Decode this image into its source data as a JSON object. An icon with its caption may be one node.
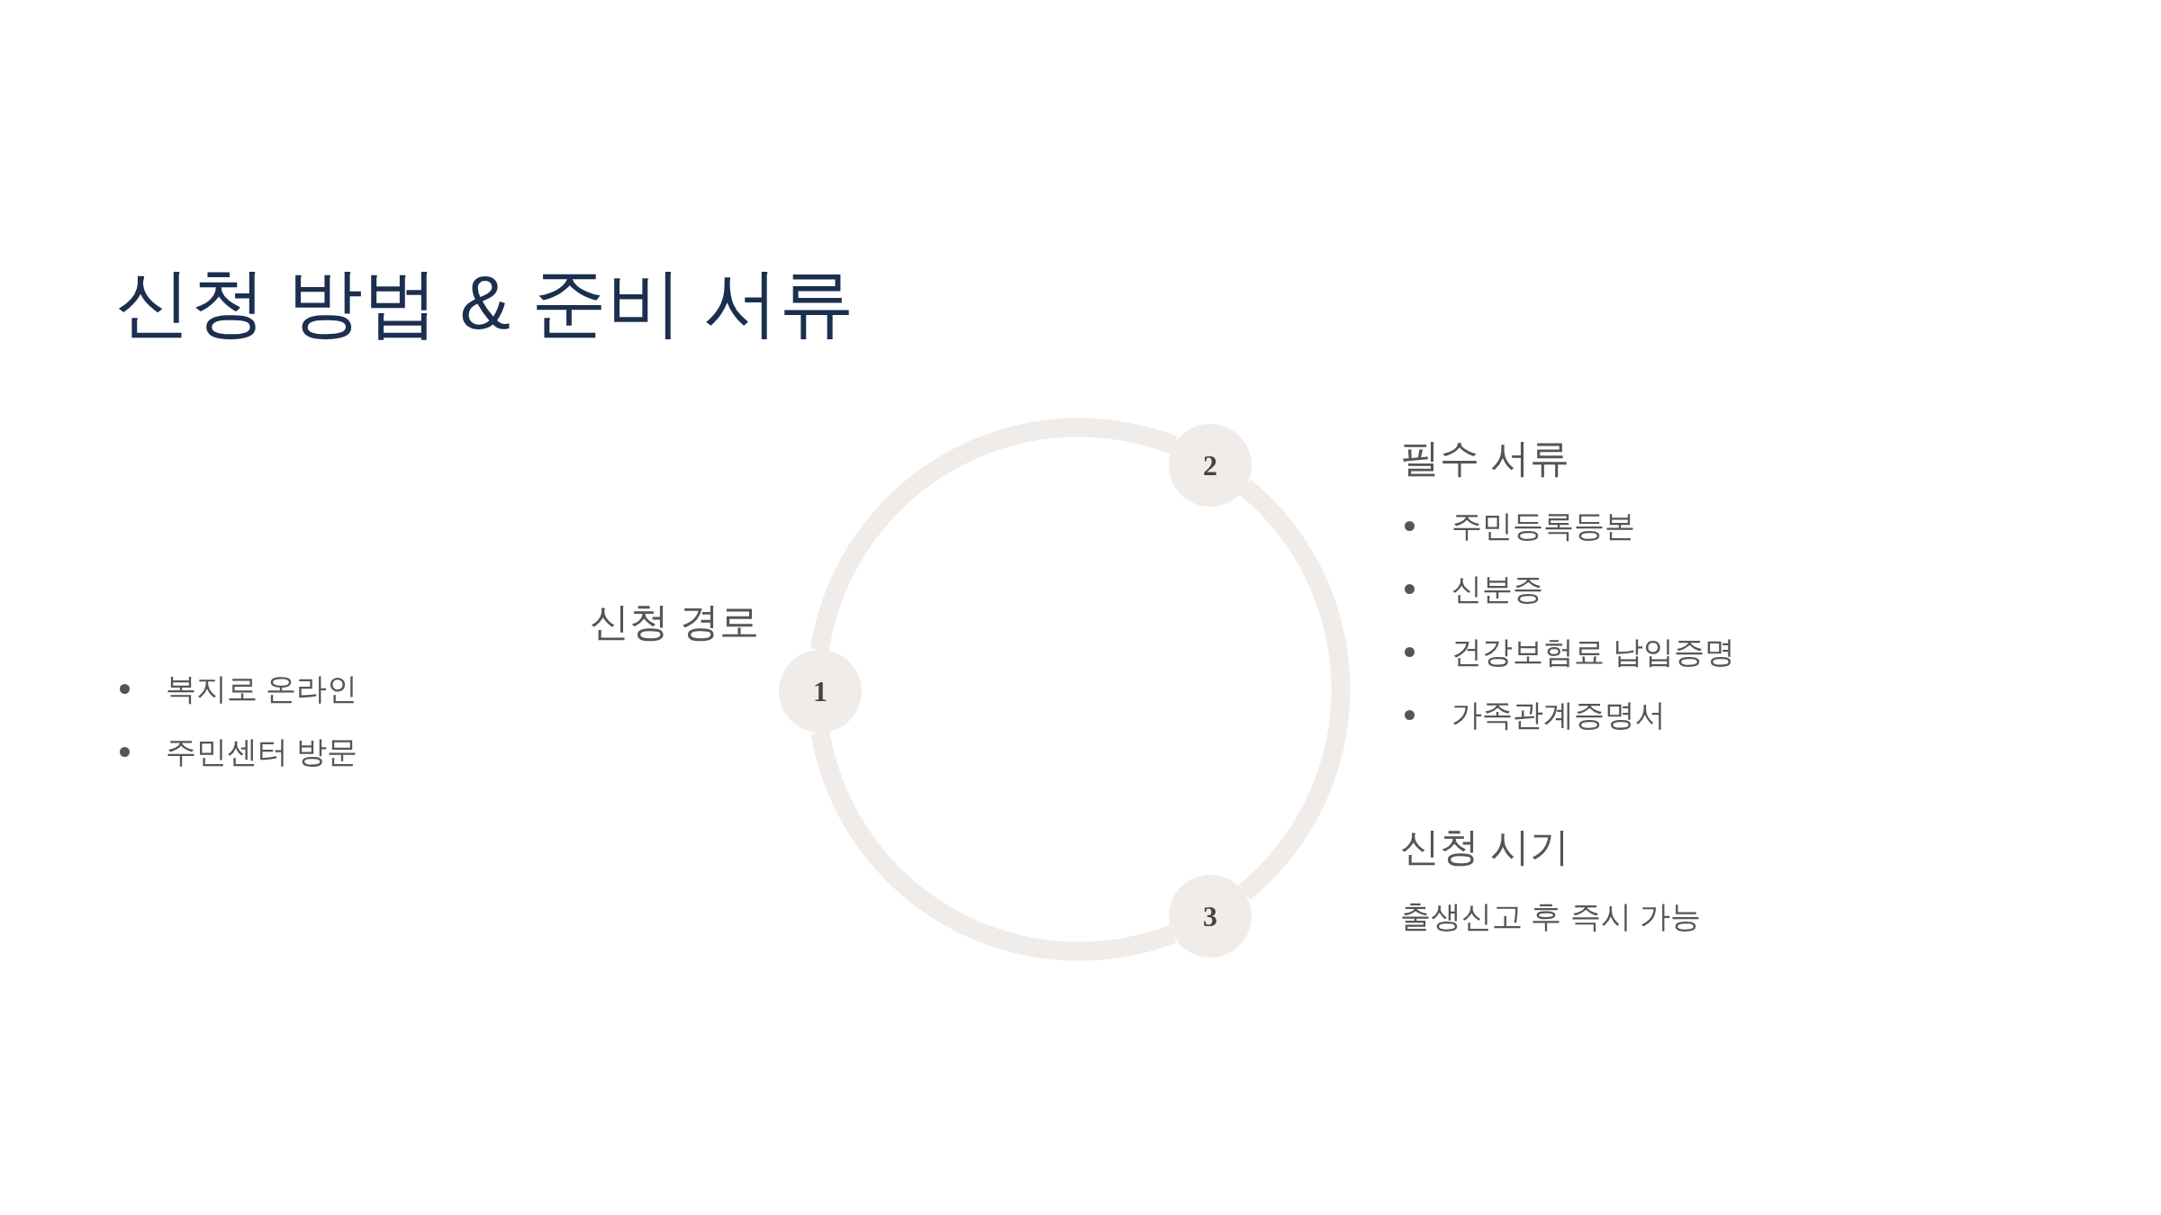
{
  "diagram": {
    "title": "신청 방법 & 준비 서류",
    "nodes": [
      {
        "text": [
          "1"
        ],
        "beside": [
          "신청 경로",
          "복지로 온라인",
          "주민센터 방문"
        ]
      },
      {
        "text": [
          "2"
        ],
        "beside": [
          "필수 서류",
          "주민등록등본",
          "신분증",
          "건강보험료 납입증명",
          "가족관계증명서"
        ]
      },
      {
        "text": [
          "3"
        ],
        "beside": [
          "신청 시기",
          "출생신고 후 즉시 가능"
        ]
      }
    ],
    "edges": [
      {
        "from": 0,
        "to": 1,
        "arrow": "none"
      },
      {
        "from": 1,
        "to": 2,
        "arrow": "none"
      },
      {
        "from": 2,
        "to": 0,
        "arrow": "none"
      }
    ]
  }
}
